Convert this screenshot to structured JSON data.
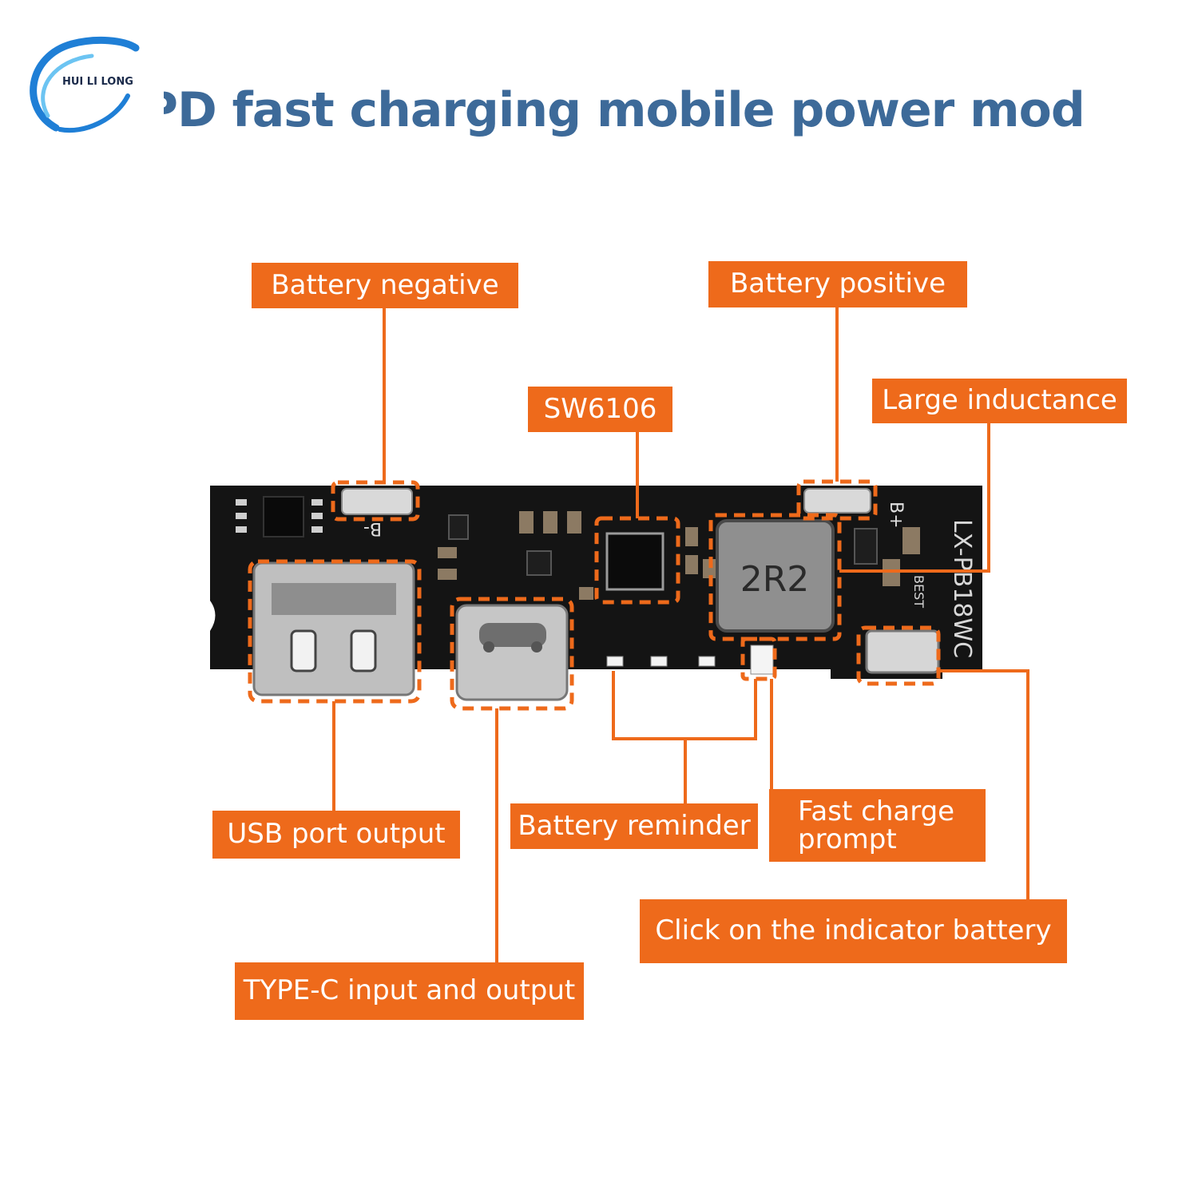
{
  "logo": {
    "text": "HUI LI LONG",
    "ring_color_1": "#1f7fd6",
    "ring_color_2": "#6cc4f2"
  },
  "title": "PD fast charging mobile power module",
  "colors": {
    "title": "#3d6a99",
    "callout": "#ee6a1b",
    "callout_text": "#ffffff",
    "pcb": "#141414"
  },
  "callouts": {
    "battery_negative": "Battery negative",
    "battery_positive": "Battery positive",
    "sw6106": "SW6106",
    "large_inductance": "Large inductance",
    "usb_output": "USB port output",
    "battery_reminder": "Battery reminder",
    "fast_charge_prompt": "Fast charge prompt",
    "indicator_click": "Click on the indicator battery",
    "typec_io": "TYPE-C input and output"
  },
  "pcb_silkscreen": {
    "b_minus": "B-",
    "b_plus": "B+",
    "inductor_code": "2R2",
    "model": "LX-PB18WC",
    "best": "BEST"
  }
}
